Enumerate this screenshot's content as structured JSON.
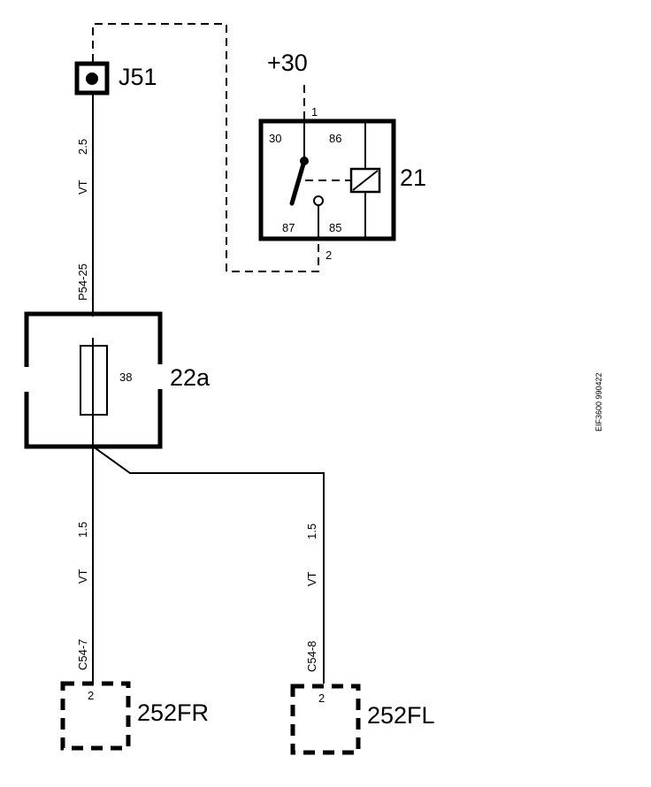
{
  "connector": {
    "label": "J51"
  },
  "power_feed": {
    "label": "+30",
    "pin_top": "1",
    "pin_bottom": "2"
  },
  "relay": {
    "id": "21",
    "terminals": {
      "t30": "30",
      "t86": "86",
      "t87": "87",
      "t85": "85"
    }
  },
  "fusebox": {
    "id": "22a",
    "fuse_number": "38"
  },
  "wire_main": {
    "size": "2.5",
    "color": "VT",
    "code": "P54-25"
  },
  "wire_right": {
    "size": "1.5",
    "color": "VT",
    "code": "C54-7"
  },
  "wire_left": {
    "size": "1.5",
    "color": "VT",
    "code": "C54-8"
  },
  "component_fr": {
    "id": "252FR",
    "pin": "2"
  },
  "component_fl": {
    "id": "252FL",
    "pin": "2"
  },
  "reference_code": "EIF3600 990422"
}
